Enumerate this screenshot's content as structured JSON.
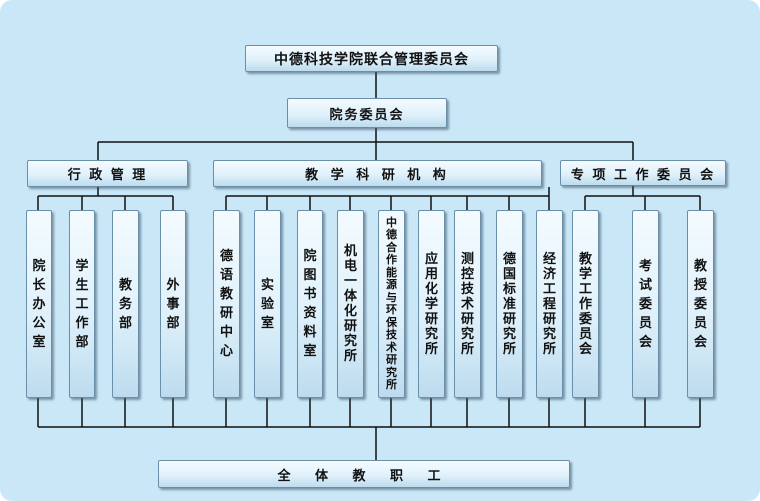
{
  "top": "中德科技学院联合管理委员会",
  "council": "院务委员会",
  "categories": {
    "admin": "行 政 管 理",
    "teaching": "教 学 科 研 机 构",
    "committees": "专 项 工 作 委 员 会"
  },
  "units": {
    "office": "院长办公室",
    "student": "学生工作部",
    "academic": "教务部",
    "foreign": "外事部",
    "german": "德语教研中心",
    "lab": "实验室",
    "library": "院图书资料室",
    "mechatronics": "机电一体化研究所",
    "energy": "中德合作能源与环保技术研究所",
    "chemistry": "应用化学研究所",
    "measurement": "测控技术研究所",
    "standards": "德国标准研究所",
    "economics": "经济工程研究所",
    "teaching_committee": "教学工作委员会",
    "exam_committee": "考试委员会",
    "professor_committee": "教授委员会"
  },
  "bottom": "全 体 教 职 工",
  "colors": {
    "background": "#c9e7f7",
    "line": "#111111",
    "box_border": "#6a8fa8"
  }
}
